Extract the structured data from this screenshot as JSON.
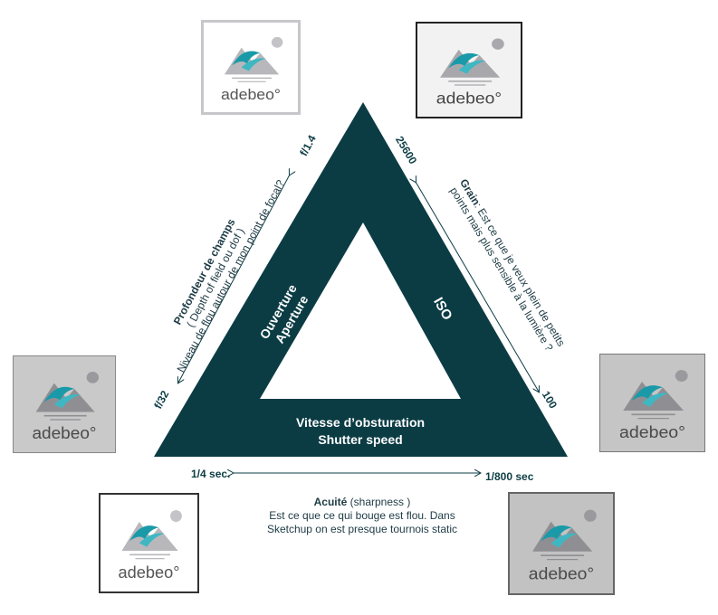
{
  "brand": {
    "name": "adebeo",
    "mark": "°"
  },
  "colors": {
    "triangle": "#0b3c44",
    "accent": "#1a9aa8",
    "text_dark": "#1d3a44"
  },
  "triangle": {
    "left_label": [
      "Ouverture",
      "Aperture"
    ],
    "right_label": "ISO",
    "bottom_label": [
      "Vitesse d’obsturation",
      "Shutter speed"
    ]
  },
  "scales": {
    "aperture": {
      "wide": "f/1.4",
      "narrow": "f/32"
    },
    "iso": {
      "high": "25600",
      "low": "100"
    },
    "shutter": {
      "slow": "1/4 sec.",
      "fast": "1/800 sec"
    }
  },
  "notes": {
    "depth": {
      "title": "Profondeur de champs",
      "line2": "( Depth of field  ou dof )",
      "line3": "Niveau de flou autour de mon point de focal?"
    },
    "grain": {
      "title": "Grain",
      "line1_rest": ": Est ce que je veux plein de petits",
      "line2": "points mais plus sensible à la lumière ?"
    },
    "sharpness": {
      "title": "Acuité",
      "title_rest": " (sharpness )",
      "line2": "Est ce que ce qui bouge est flou. Dans",
      "line3": "Sketchup on est presque tournois static"
    }
  },
  "thumbnails": [
    {
      "id": "top-left",
      "tone": "light"
    },
    {
      "id": "top-right",
      "tone": "gray-light"
    },
    {
      "id": "mid-left",
      "tone": "gray"
    },
    {
      "id": "mid-right",
      "tone": "gray"
    },
    {
      "id": "bottom-left",
      "tone": "light"
    },
    {
      "id": "bottom-right",
      "tone": "gray"
    }
  ]
}
